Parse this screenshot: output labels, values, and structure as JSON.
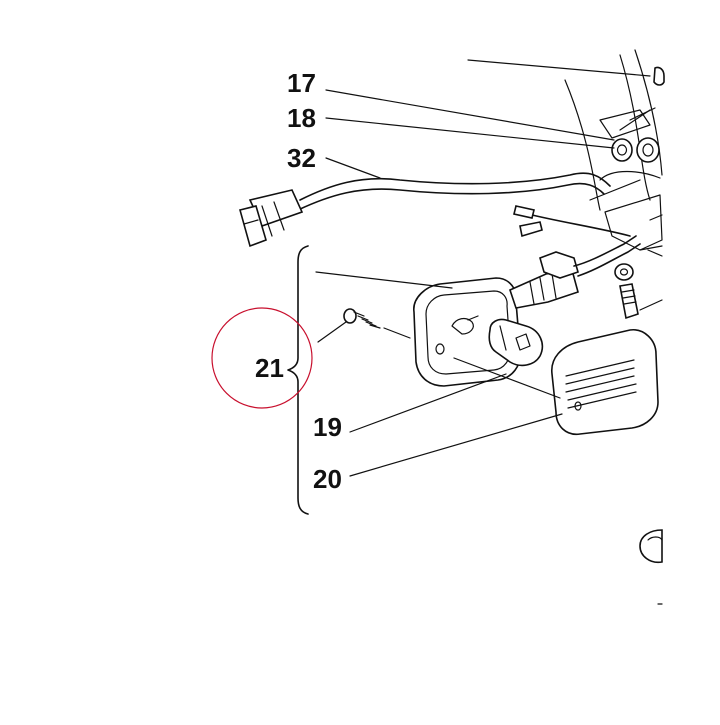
{
  "diagram": {
    "labels": {
      "l17": "17",
      "l18": "18",
      "l32": "32",
      "l21": "21",
      "l19": "19",
      "l20": "20"
    },
    "highlight_color": "#c8102e",
    "line_color": "#111111"
  }
}
